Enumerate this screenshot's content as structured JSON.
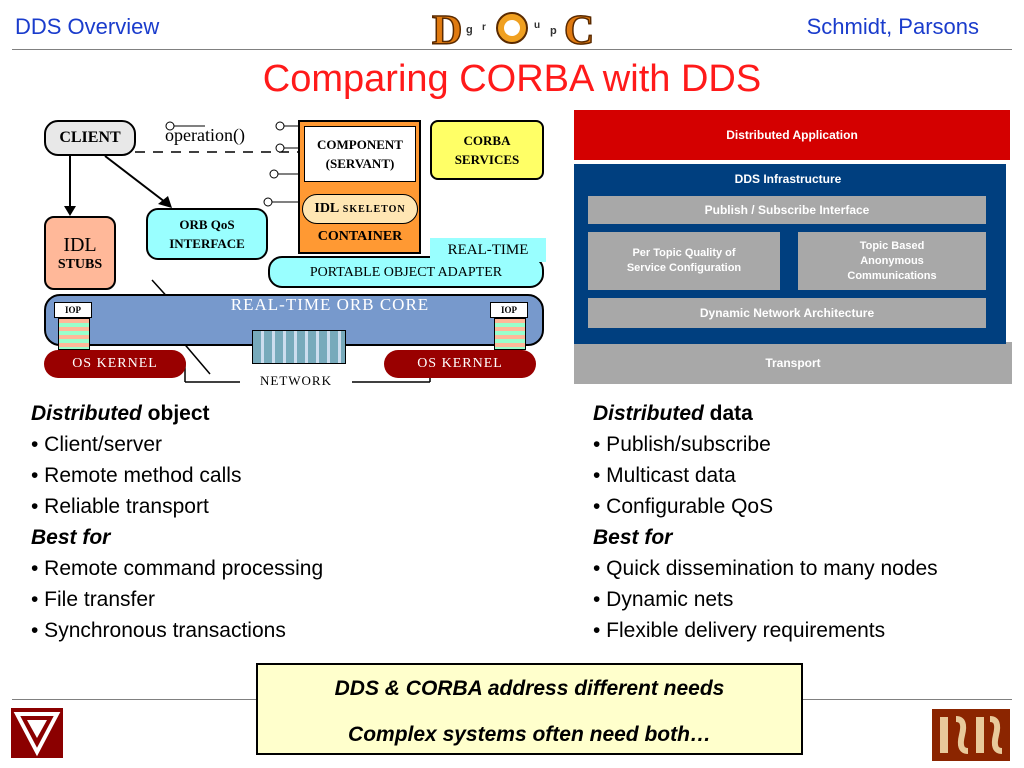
{
  "header": {
    "left": "DDS Overview",
    "right": "Schmidt, Parsons",
    "logo_letters": [
      "D",
      "g",
      "r",
      "O",
      "u",
      "p",
      "C"
    ]
  },
  "title": "Comparing CORBA with DDS",
  "corba_diagram": {
    "client": "CLIENT",
    "operation": "operation()",
    "component": "COMPONENT (SERVANT)",
    "corba_services": "CORBA SERVICES",
    "idl_skeleton_idl": "IDL",
    "idl_skeleton_word": "SKELETON",
    "container": "CONTAINER",
    "idl_stubs_idl": "IDL",
    "idl_stubs_word": "STUBS",
    "orb_qos": "ORB QoS INTERFACE",
    "rt_poa_line1": "REAL-TIME",
    "rt_poa_line2": "PORTABLE OBJECT ADAPTER",
    "orb_core": "REAL-TIME  ORB  CORE",
    "iop_left": "IOP",
    "iop_right": "IOP",
    "os_kernel_left": "OS  KERNEL",
    "os_kernel_right": "OS  KERNEL",
    "network": "NETWORK"
  },
  "dds_diagram": {
    "distributed_application": "Distributed Application",
    "dds_infrastructure": "DDS Infrastructure",
    "pub_sub_interface": "Publish / Subscribe Interface",
    "per_topic": "Per Topic Quality of Service Configuration",
    "topic_based": "Topic Based Anonymous Communications",
    "dynamic_network": "Dynamic Network Architecture",
    "transport": "Transport",
    "colors": {
      "red": "#d40000",
      "blue": "#003f7f",
      "grey": "#a8a8a8"
    }
  },
  "left_column": {
    "heading_italic": "Distributed",
    "heading_rest": " object",
    "bullets": [
      "• Client/server",
      "• Remote method calls",
      "• Reliable transport"
    ],
    "best_for": "Best for",
    "best_bullets": [
      "• Remote command processing",
      "• File transfer",
      "• Synchronous transactions"
    ]
  },
  "right_column": {
    "heading_italic": "Distributed",
    "heading_rest": " data",
    "bullets": [
      "• Publish/subscribe",
      "• Multicast data",
      "• Configurable QoS"
    ],
    "best_for": "Best for",
    "best_bullets": [
      "• Quick dissemination to many nodes",
      "• Dynamic nets",
      "• Flexible delivery requirements"
    ]
  },
  "note": {
    "line1": "DDS & CORBA address different needs",
    "line2": "Complex systems often need both…"
  }
}
